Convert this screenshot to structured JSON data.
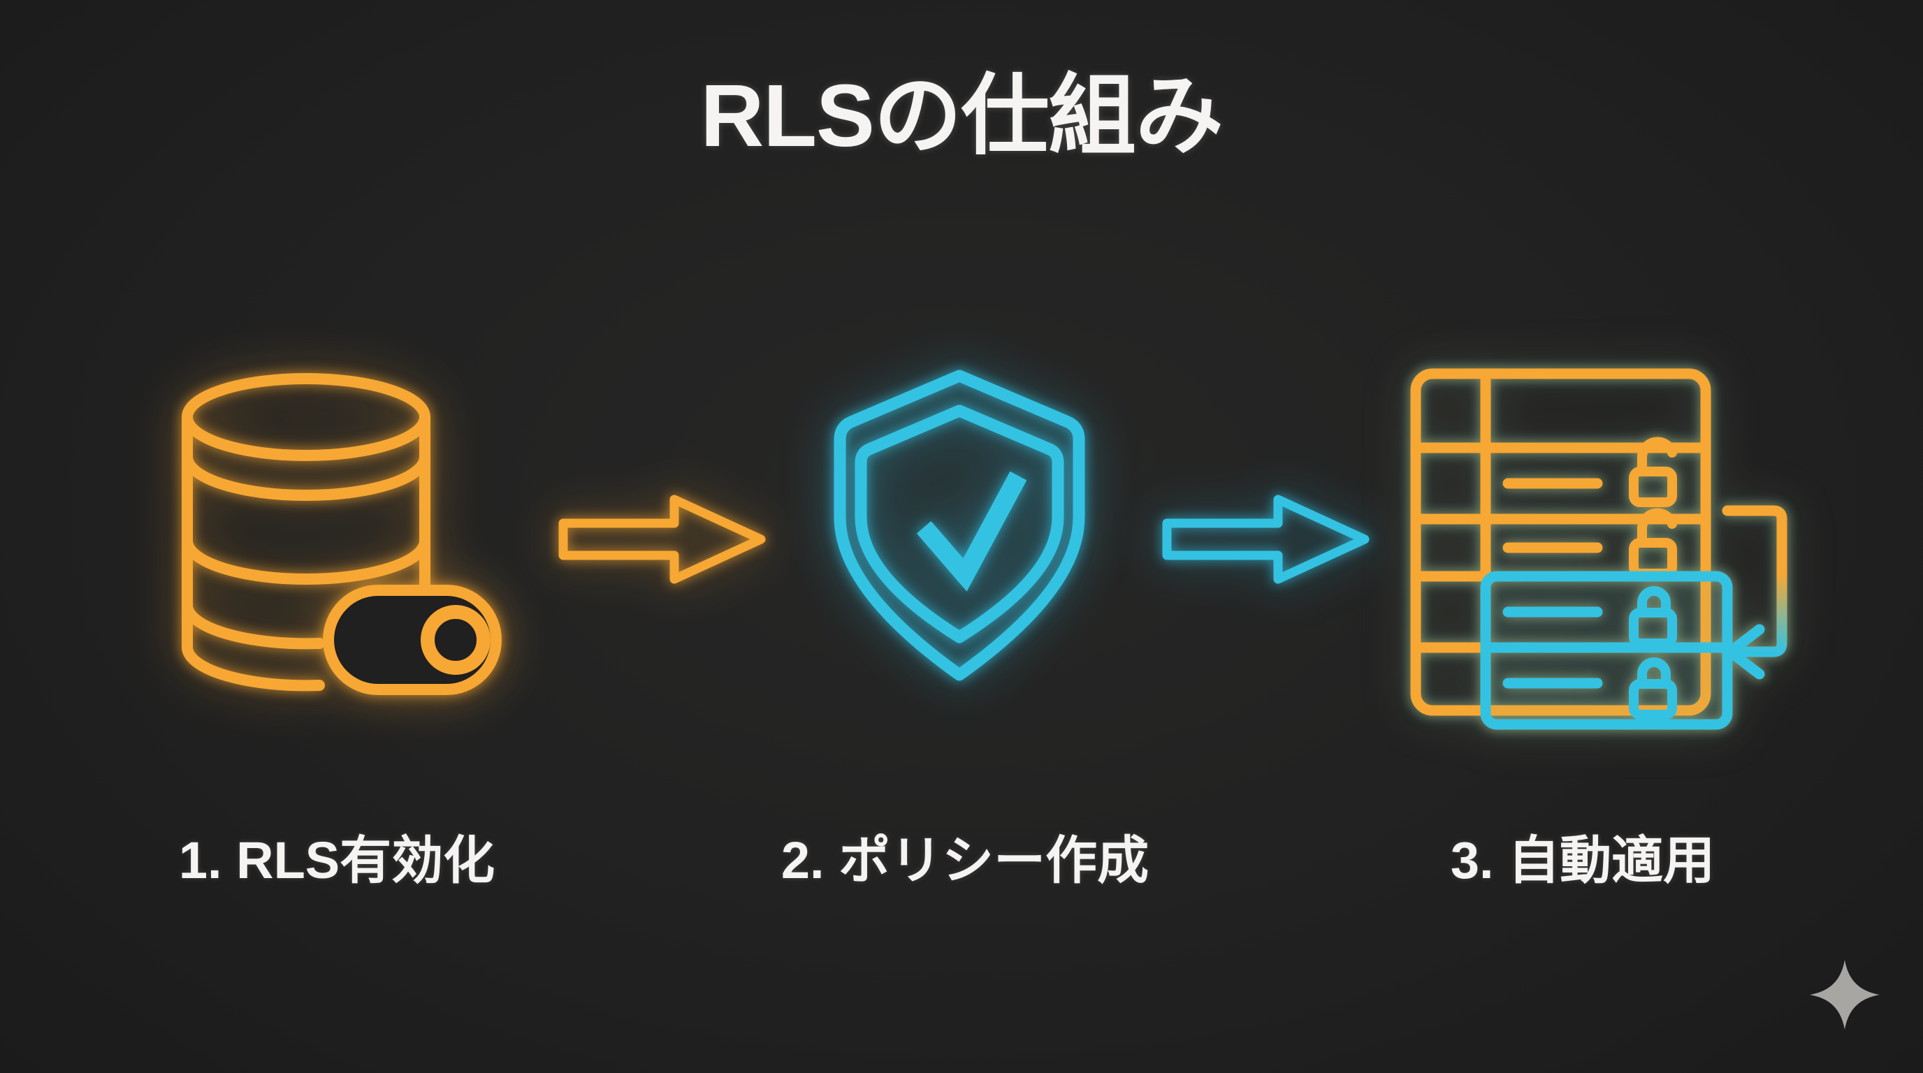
{
  "title": "RLSの仕組み",
  "colors": {
    "background": "#202020",
    "orange": "#F7A733",
    "cyan": "#34C2E2",
    "text": "#F5F4F2",
    "sparkle": "#A8A6A3"
  },
  "steps": [
    {
      "id": 1,
      "label": "1. RLS有効化",
      "icon": "database-toggle-icon",
      "accent": "#F7A733"
    },
    {
      "id": 2,
      "label": "2. ポリシー作成",
      "icon": "shield-check-icon",
      "accent": "#34C2E2"
    },
    {
      "id": 3,
      "label": "3. 自動適用",
      "icon": "table-row-locks-icon",
      "accent": "#F7A733,#34C2E2"
    }
  ],
  "connectors": [
    {
      "from": 1,
      "to": 2,
      "direction": "right",
      "color": "#F7A733"
    },
    {
      "from": 2,
      "to": 3,
      "direction": "right",
      "color": "#34C2E2"
    }
  ],
  "watermark": {
    "icon": "sparkle-icon",
    "color": "#A8A6A3"
  }
}
